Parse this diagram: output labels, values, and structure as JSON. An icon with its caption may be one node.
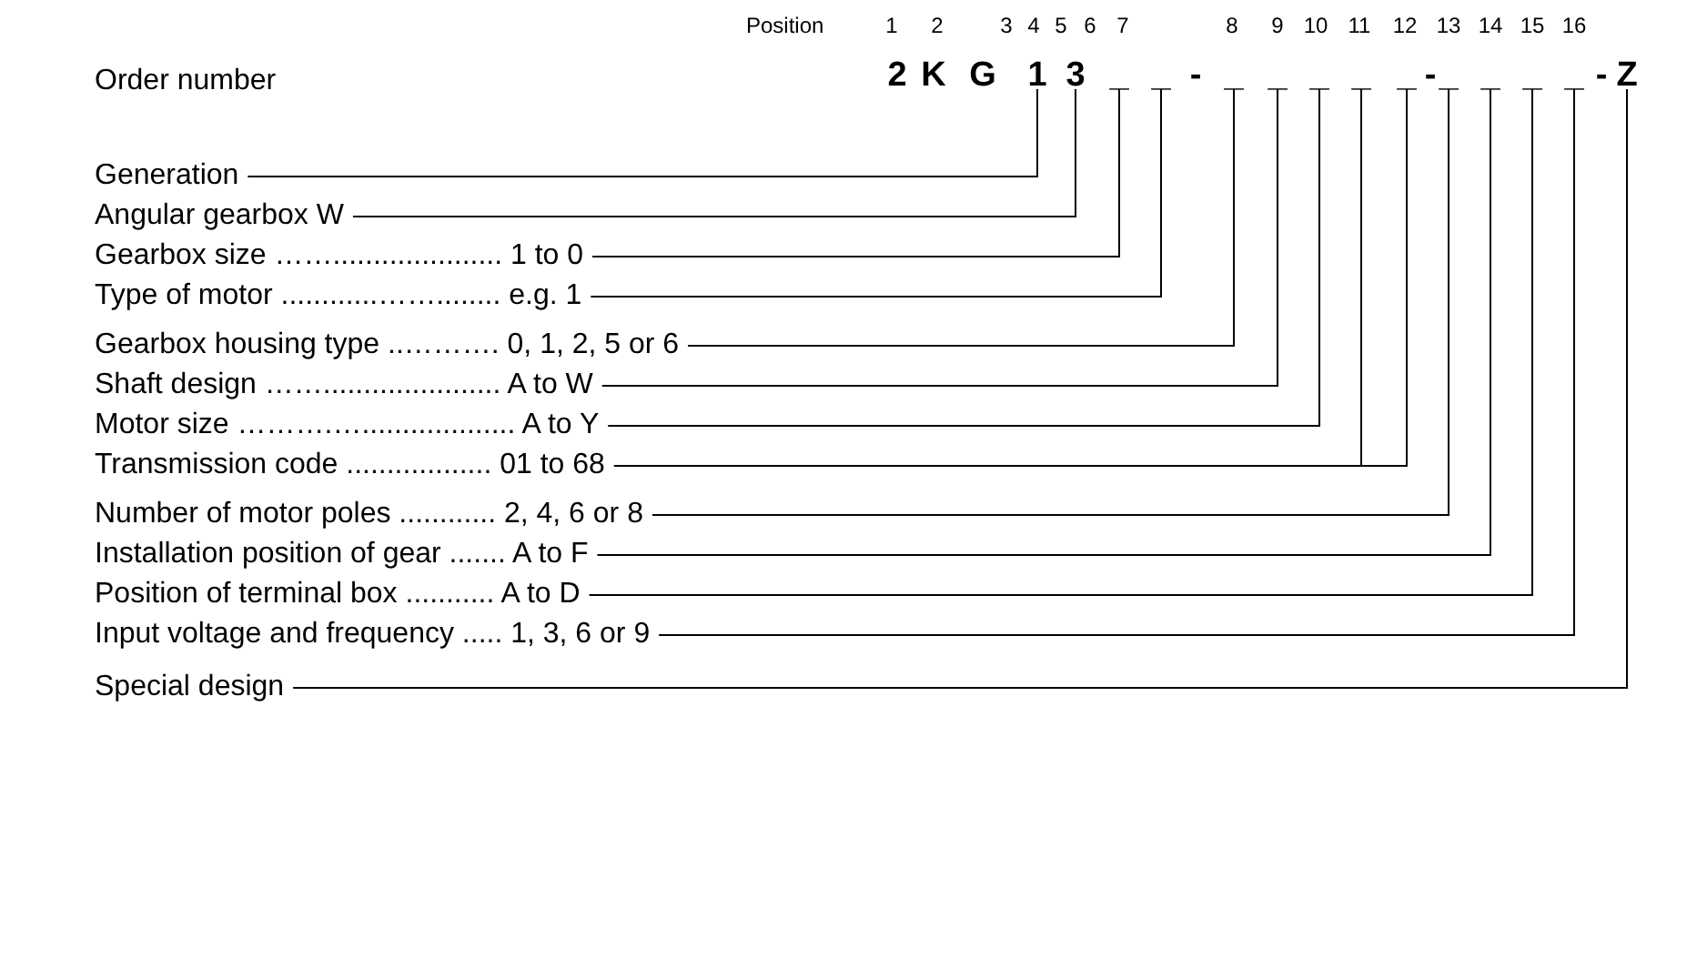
{
  "diagram": {
    "nodes": [
      {
        "text": [
          "2"
        ]
      },
      {
        "text": [
          "K"
        ]
      },
      {
        "text": [
          "G"
        ]
      },
      {
        "text": [
          "1"
        ]
      },
      {
        "text": [
          "3"
        ]
      },
      {
        "text": [
          "_"
        ]
      },
      {
        "text": [
          "_"
        ]
      },
      {
        "text": [
          "-"
        ]
      },
      {
        "text": [
          "_"
        ]
      },
      {
        "text": [
          "_"
        ]
      },
      {
        "text": [
          "_"
        ]
      },
      {
        "text": [
          "_"
        ]
      },
      {
        "text": [
          "_"
        ]
      },
      {
        "text": [
          "-"
        ]
      },
      {
        "text": [
          "_"
        ]
      },
      {
        "text": [
          "_"
        ]
      },
      {
        "text": [
          "_"
        ]
      },
      {
        "text": [
          "_"
        ]
      },
      {
        "text": [
          "-"
        ]
      },
      {
        "text": [
          "Z"
        ]
      },
      {
        "text": [
          "Generation"
        ]
      },
      {
        "text": [
          "Angular gearbox W"
        ]
      },
      {
        "text": [
          "Gearbox size ……..................... 1 to 0"
        ]
      },
      {
        "text": [
          "Type of motor ............……........ e.g. 1"
        ]
      },
      {
        "text": [
          "Gearbox housing type ..………. 0, 1, 2, 5 or 6"
        ]
      },
      {
        "text": [
          "Shaft design ……...................... A to W"
        ]
      },
      {
        "text": [
          "Motor size ……….…................... A to Y"
        ]
      },
      {
        "text": [
          "Transmission code .................. 01 to 68"
        ]
      },
      {
        "text": [
          "Number of motor poles ............ 2, 4, 6 or 8"
        ]
      },
      {
        "text": [
          "Installation position of gear ....... A to F"
        ]
      },
      {
        "text": [
          "Position of terminal box ........... A to D"
        ]
      },
      {
        "text": [
          "Input voltage and frequency ..... 1, 3, 6 or 9"
        ]
      },
      {
        "text": [
          "Special design"
        ]
      }
    ],
    "edges": [
      {
        "from": 20,
        "to": 3,
        "arrow": "none"
      },
      {
        "from": 21,
        "to": 4,
        "arrow": "none"
      },
      {
        "from": 22,
        "to": 5,
        "arrow": "none"
      },
      {
        "from": 23,
        "to": 6,
        "arrow": "none"
      },
      {
        "from": 24,
        "to": 8,
        "arrow": "none"
      },
      {
        "from": 25,
        "to": 9,
        "arrow": "none"
      },
      {
        "from": 26,
        "to": 10,
        "arrow": "none"
      },
      {
        "from": 27,
        "to": 11,
        "arrow": "none"
      },
      {
        "from": 27,
        "to": 12,
        "arrow": "none"
      },
      {
        "from": 28,
        "to": 14,
        "arrow": "none"
      },
      {
        "from": 29,
        "to": 15,
        "arrow": "none"
      },
      {
        "from": 30,
        "to": 16,
        "arrow": "none"
      },
      {
        "from": 31,
        "to": 17,
        "arrow": "none"
      },
      {
        "from": 32,
        "to": 19,
        "arrow": "none"
      }
    ],
    "labels": [
      "Position",
      "1",
      "2",
      "3",
      "4",
      "5",
      "6",
      "7",
      "8",
      "9",
      "10",
      "11",
      "12",
      "13",
      "14",
      "15",
      "16",
      "Order number"
    ]
  }
}
